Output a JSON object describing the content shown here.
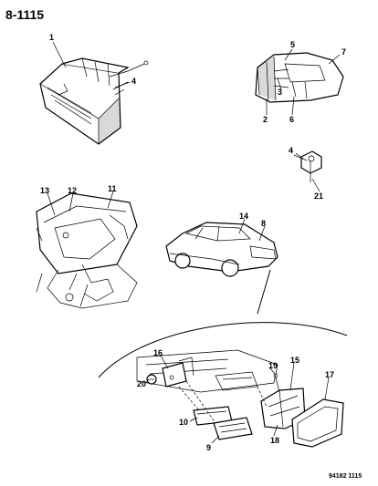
{
  "page": {
    "number": "8-1115",
    "figure_code": "94182 1115"
  },
  "callouts": {
    "c1": "1",
    "c4a": "4",
    "c5": "5",
    "c7": "7",
    "c3": "3",
    "c2": "2",
    "c6": "6",
    "c4b": "4",
    "c21": "21",
    "c13": "13",
    "c12": "12",
    "c11": "11",
    "c14": "14",
    "c8": "8",
    "c16": "16",
    "c20": "20",
    "c19": "19",
    "c15": "15",
    "c17": "17",
    "c10": "10",
    "c9": "9",
    "c18": "18"
  }
}
